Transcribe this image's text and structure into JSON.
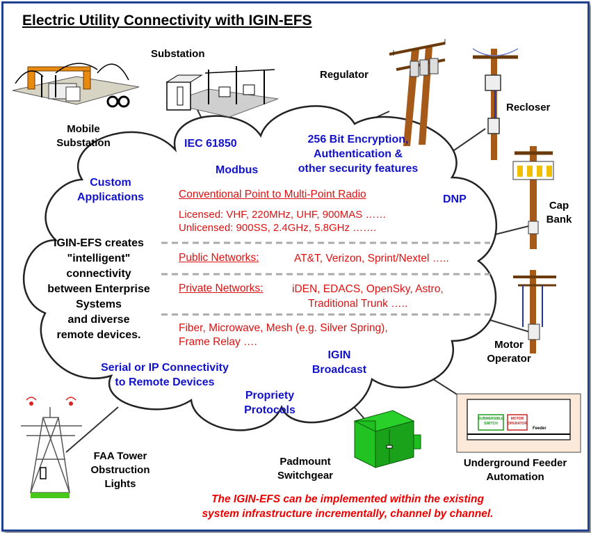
{
  "title": "Electric Utility Connectivity with IGIN-EFS",
  "devices": {
    "substation": "Substation",
    "regulator": "Regulator",
    "recloser": "Recloser",
    "mobile_substation": [
      "Mobile",
      "Substation"
    ],
    "cap_bank": [
      "Cap",
      "Bank"
    ],
    "motor_operator": [
      "Motor",
      "Operator"
    ],
    "faa_tower": [
      "FAA Tower",
      "Obstruction",
      "Lights"
    ],
    "padmount": [
      "Padmount",
      "Switchgear"
    ],
    "underground": [
      "Underground Feeder",
      "Automation"
    ],
    "ug_submersible": "SUBMERSIBLE SWITCH",
    "ug_motor": "MOTOR OPERATOR",
    "ug_feeder": "Feeder"
  },
  "cloud": {
    "iec": "IEC 61850",
    "modbus": "Modbus",
    "security": [
      "256 Bit Encryption,",
      "Authentication &",
      "other security features"
    ],
    "custom": [
      "Custom",
      "Applications"
    ],
    "dnp": "DNP",
    "radio_heading": "Conventional Point to Multi-Point Radio",
    "licensed": "Licensed: VHF, 220MHz, UHF, 900MAS ……",
    "unlicensed": "Unlicensed:  900SS, 2.4GHz, 5.8GHz …….",
    "intro": [
      "IGIN-EFS creates",
      "\"intelligent\"",
      "connectivity",
      "between Enterprise",
      "Systems",
      "and diverse",
      "remote devices."
    ],
    "public_heading": "Public Networks:",
    "public_list": "AT&T, Verizon, Sprint/Nextel …..",
    "private_heading": "Private Networks:",
    "private_list": [
      "iDEN, EDACS, OpenSky, Astro,",
      "Traditional Trunk ….."
    ],
    "other": [
      "Fiber, Microwave, Mesh (e.g. Silver Spring),",
      "Frame Relay …."
    ],
    "serial": [
      "Serial or IP Connectivity",
      "to Remote Devices"
    ],
    "broadcast": [
      "IGIN",
      "Broadcast"
    ],
    "propriety": [
      "Propriety",
      "Protocols"
    ]
  },
  "footer": [
    "The IGIN-EFS can be implemented within the existing",
    "system infrastructure incrementally, channel by channel."
  ],
  "colors": {
    "border": "#1f3f8f",
    "blue_text": "#1111cc",
    "red_text": "#dd1111",
    "green": "#1fbf1f"
  }
}
